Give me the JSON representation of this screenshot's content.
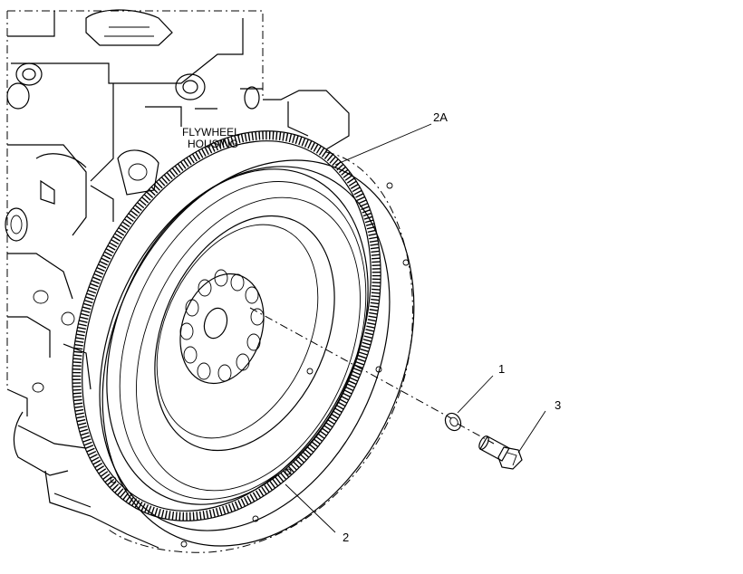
{
  "diagram": {
    "housing_label": [
      "FLYWHEEL",
      "HOUSING"
    ],
    "callouts": {
      "ring_gear": "2A",
      "washer": "1",
      "bolt": "3",
      "flywheel": "2"
    }
  }
}
